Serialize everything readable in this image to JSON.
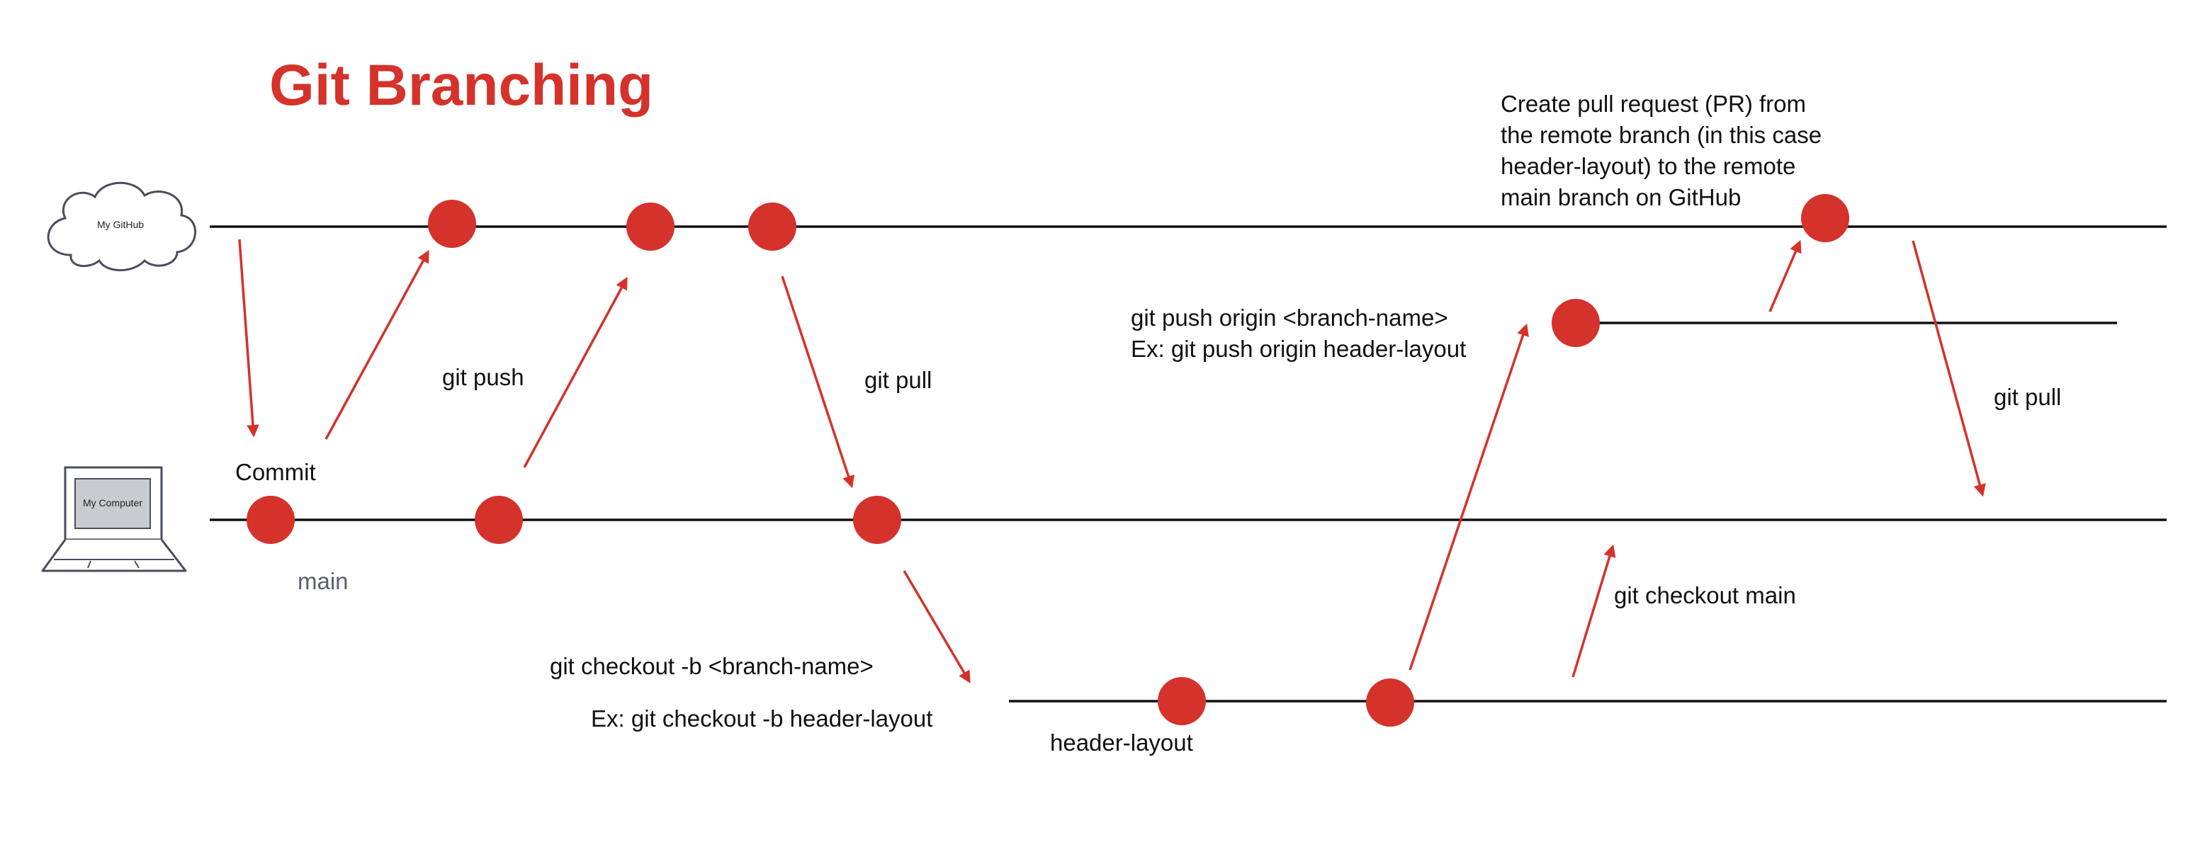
{
  "title": "Git Branching",
  "colors": {
    "accent": "#d4322a",
    "line": "#111111",
    "icon_stroke": "#4a4e5c",
    "screen_fill": "#c9cbd0",
    "muted_text": "#5a6070"
  },
  "icons": {
    "cloud": {
      "name": "cloud-icon",
      "label": "My GitHub"
    },
    "laptop": {
      "name": "laptop-icon",
      "label": "My Computer"
    }
  },
  "labels": {
    "commit": "Commit",
    "main": "main",
    "git_push": "git push",
    "git_pull_1": "git pull",
    "git_pull_2": "git pull",
    "checkout_b_1": "git checkout -b <branch-name>",
    "checkout_b_2": "Ex: git checkout -b header-layout",
    "header_layout": "header-layout",
    "push_origin_1": "git push origin <branch-name>",
    "push_origin_2": "Ex: git push origin header-layout",
    "checkout_main": "git checkout main",
    "pr_lines": [
      "Create pull request (PR) from",
      "the remote branch (in this case",
      "header-layout) to the remote",
      "main branch on GitHub"
    ]
  }
}
